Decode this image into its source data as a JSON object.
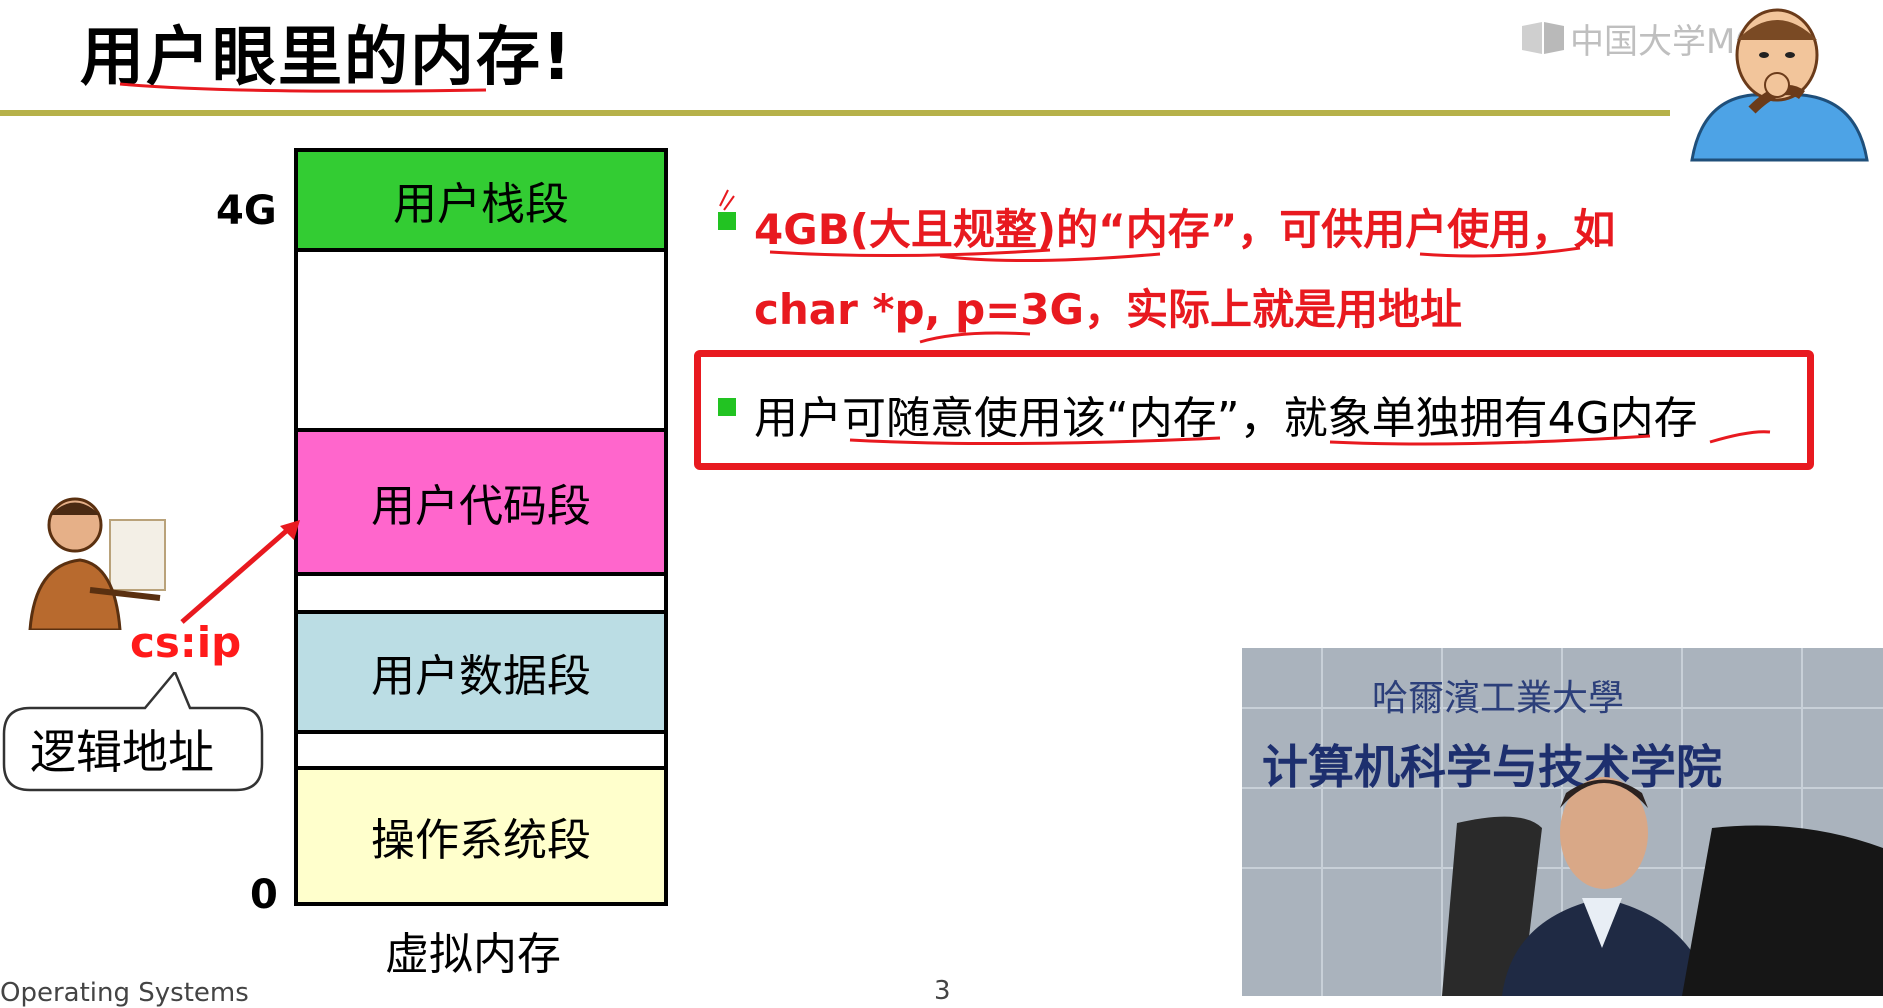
{
  "slide": {
    "title": "用户眼里的内存!",
    "watermark": "中国大学MOOC",
    "footer_left": "Operating Systems",
    "page_number": "3"
  },
  "diagram": {
    "top_label": "4G",
    "bottom_label": "0",
    "caption": "虚拟内存",
    "segments": {
      "stack": "用户栈段",
      "code": "用户代码段",
      "data": "用户数据段",
      "os": "操作系统段"
    },
    "pointer_label": "cs:ip",
    "bubble_text": "逻辑地址"
  },
  "bullets": {
    "b1_line1": "4GB(大且规整)的“内存”，可供用户使用，如",
    "b1_line2": "char *p, p=3G，实际上就是用地址",
    "b2": "用户可随意使用该“内存”，就象单独拥有4G内存"
  },
  "video": {
    "wall_text_top": "哈爾濱工業大學",
    "wall_text_main": "计算机科学与技术学院"
  },
  "colors": {
    "title_rule": "#b6b14a",
    "stack_segment": "#33cc33",
    "code_segment": "#ff66cc",
    "data_segment": "#bbdde4",
    "os_segment": "#ffffcc",
    "highlight_red": "#e8191f",
    "bullet_green": "#22c322"
  }
}
